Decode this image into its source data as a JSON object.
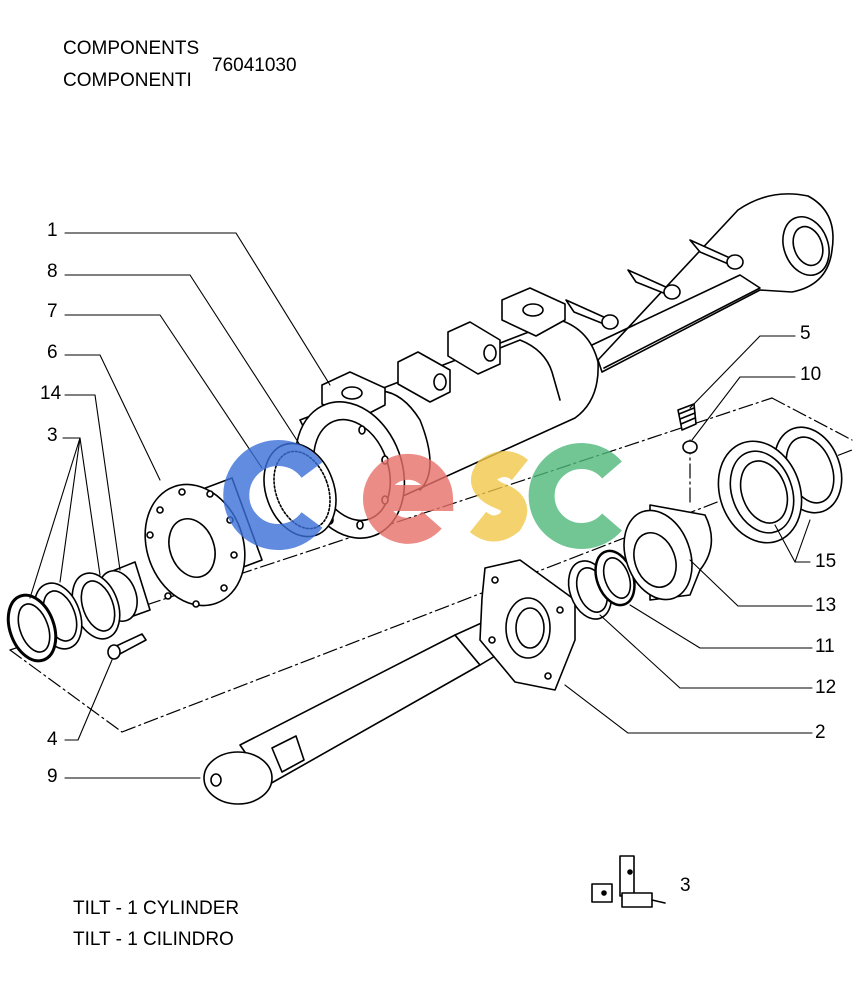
{
  "header": {
    "line1": "COMPONENTS",
    "line2": "COMPONENTI",
    "code": "76041030"
  },
  "callouts": {
    "c1": "1",
    "c8": "8",
    "c7": "7",
    "c6": "6",
    "c14": "14",
    "c3": "3",
    "c4": "4",
    "c9": "9",
    "c5": "5",
    "c10": "10",
    "c15": "15",
    "c13": "13",
    "c11": "11",
    "c12": "12",
    "c2": "2",
    "kit_qty": "3"
  },
  "footer": {
    "line1": "TILT - 1 CYLINDER",
    "line2": "TILT - 1 CILINDRO"
  },
  "watermark": {
    "colors": [
      "#3a6fd8",
      "#e8706a",
      "#f2c94c",
      "#4fb87a"
    ]
  }
}
